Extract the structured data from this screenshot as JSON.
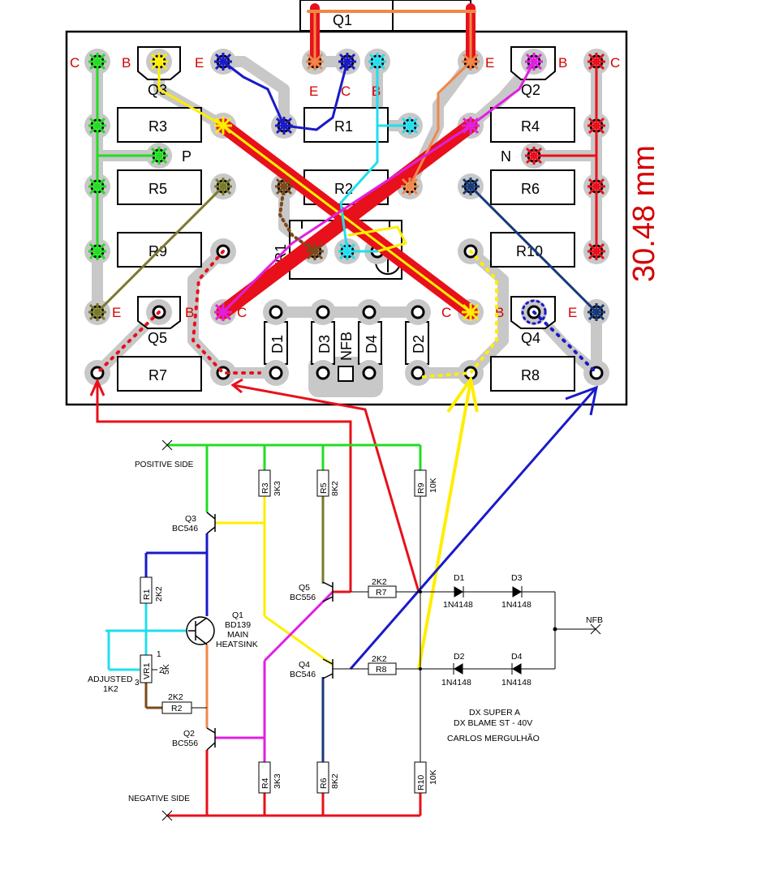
{
  "pcb": {
    "dimension_label": "30.48 mm",
    "components": {
      "q1": "Q1",
      "q2": "Q2",
      "q3": "Q3",
      "q4": "Q4",
      "q5": "Q5",
      "r1": "R1",
      "r2": "R2",
      "r3": "R3",
      "r4": "R4",
      "r5": "R5",
      "r6": "R6",
      "r7": "R7",
      "r8": "R8",
      "r9": "R9",
      "r10": "R10",
      "vr1": "VR1",
      "d1": "D1",
      "d2": "D2",
      "d3": "D3",
      "d4": "D4",
      "nfb": "NFB"
    },
    "pins": {
      "c": "C",
      "b": "B",
      "e": "E",
      "p": "P",
      "n": "N"
    }
  },
  "schematic": {
    "positive_side": "POSITIVE SIDE",
    "negative_side": "NEGATIVE SIDE",
    "q1_name": "Q1",
    "q1_type": "BD139",
    "q1_note1": "MAIN",
    "q1_note2": "HEATSINK",
    "q2_name": "Q2",
    "q2_type": "BC556",
    "q3_name": "Q3",
    "q3_type": "BC546",
    "q4_name": "Q4",
    "q4_type": "BC546",
    "q5_name": "Q5",
    "q5_type": "BC556",
    "r1_name": "R1",
    "r1_value": "2K2",
    "r2_name": "R2",
    "r2_value": "2K2",
    "r3_name": "R3",
    "r3_value": "3K3",
    "r4_name": "R4",
    "r4_value": "3K3",
    "r5_name": "R5",
    "r5_value": "8K2",
    "r6_name": "R6",
    "r6_value": "8K2",
    "r7_name": "R7",
    "r7_value": "2K2",
    "r8_name": "R8",
    "r8_value": "2K2",
    "r9_name": "R9",
    "r9_value": "10K",
    "r10_name": "R10",
    "r10_value": "10K",
    "vr1_name": "VR1",
    "vr1_value": "5K",
    "vr1_pin1": "1",
    "vr1_pin2": "2",
    "vr1_pin3": "3",
    "adjusted_label": "ADJUSTED",
    "adjusted_value": "1K2",
    "d1_name": "D1",
    "d2_name": "D2",
    "d3_name": "D3",
    "d4_name": "D4",
    "diode_type": "1N4148",
    "nfb_label": "NFB",
    "title_line1": "DX SUPER A",
    "title_line2": "DX BLAME ST - 40V",
    "title_line3": "CARLOS MERGULHÃO"
  },
  "colors": {
    "red": "#e8101a",
    "green": "#22dd22",
    "yellow": "#ffee00",
    "blue": "#1a1ac8",
    "cyan": "#22ddee",
    "magenta": "#e020e0",
    "orange": "#f08848",
    "olive": "#7a7a2a",
    "brown": "#7a4a1a",
    "navy": "#163a7a",
    "gray": "#c8c8c8"
  }
}
